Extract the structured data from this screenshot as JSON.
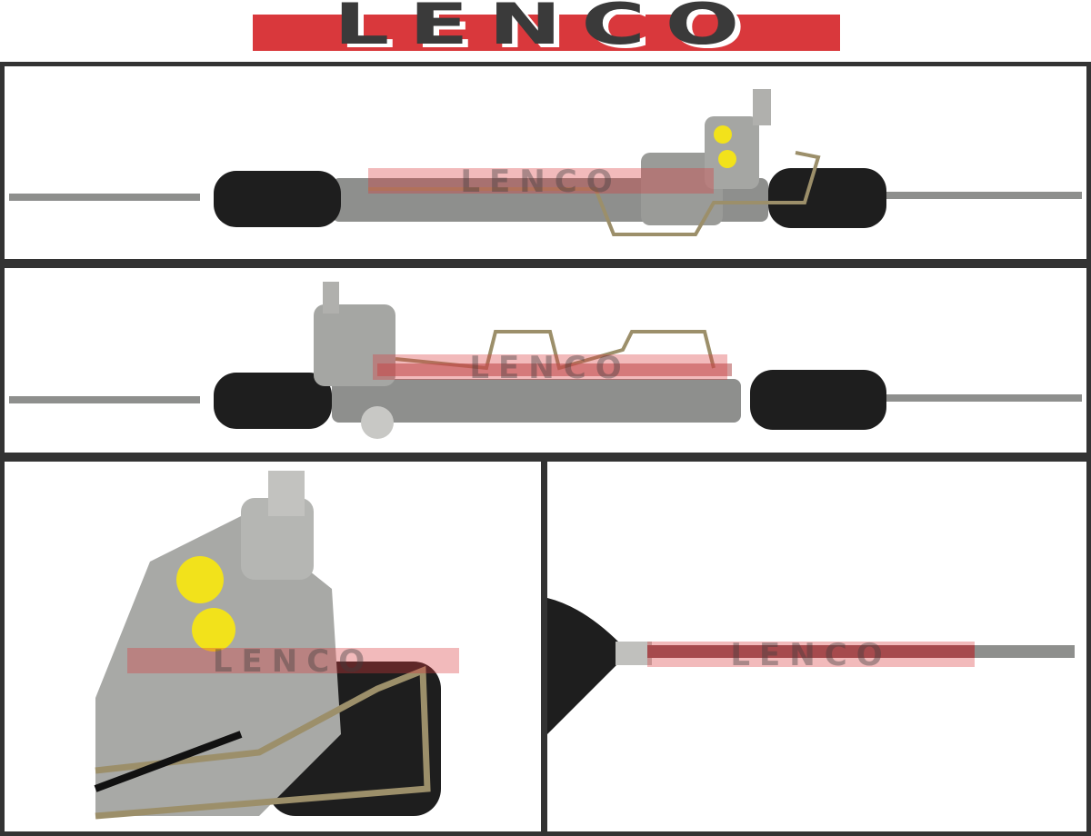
{
  "brand": {
    "logo_text": "LENCO",
    "color_red": "#d9383c",
    "color_dark": "#3a3a3a"
  },
  "panels": [
    {
      "id": "rack-front-view",
      "watermark": "LENCO"
    },
    {
      "id": "rack-rear-view",
      "watermark": "LENCO"
    },
    {
      "id": "valve-housing-closeup",
      "watermark": "LENCO"
    },
    {
      "id": "tie-rod-closeup",
      "watermark": "LENCO"
    }
  ],
  "colors": {
    "frame": "#333333",
    "metal": "#8e8f8d",
    "boot": "#1e1e1e",
    "caps": "#f2e21b"
  }
}
